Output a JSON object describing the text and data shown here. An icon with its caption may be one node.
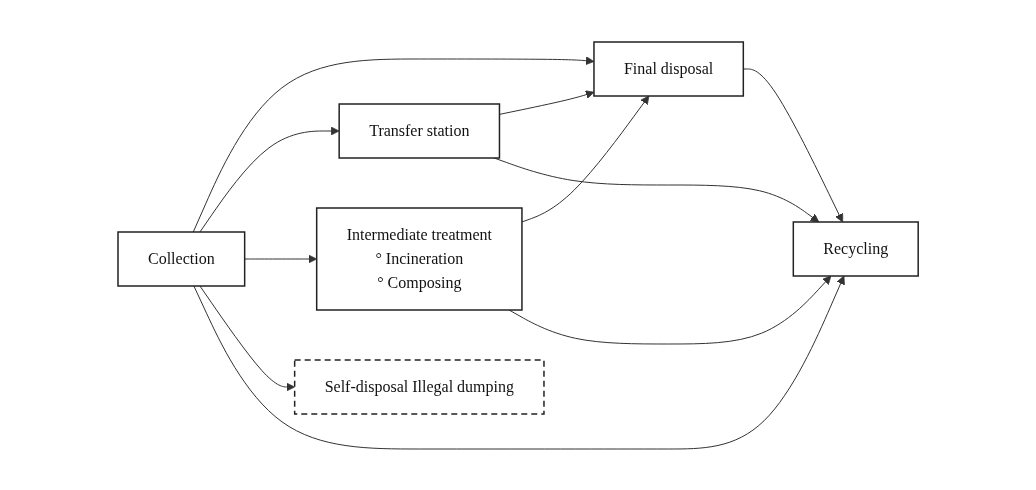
{
  "diagram": {
    "nodes": [
      {
        "text": [
          "Collection"
        ]
      },
      {
        "text": [
          "Transfer station"
        ]
      },
      {
        "text": [
          "Intermediate treatment",
          "° Incineration",
          "° Composing"
        ]
      },
      {
        "text": [
          "Final disposal"
        ]
      },
      {
        "text": [
          "Self-disposal Illegal dumping"
        ]
      },
      {
        "text": [
          "Recycling"
        ]
      }
    ],
    "edges": [
      {
        "from": 0,
        "to": 3,
        "arrow": "to"
      },
      {
        "from": 0,
        "to": 1,
        "arrow": "to"
      },
      {
        "from": 1,
        "to": 3,
        "arrow": "to"
      },
      {
        "from": 0,
        "to": 2,
        "arrow": "to"
      },
      {
        "from": 2,
        "to": 3,
        "arrow": "to"
      },
      {
        "from": 0,
        "to": 4,
        "arrow": "to"
      },
      {
        "from": 2,
        "to": 5,
        "arrow": "to"
      },
      {
        "from": 1,
        "to": 5,
        "arrow": "to"
      },
      {
        "from": 3,
        "to": 5,
        "arrow": "to"
      },
      {
        "from": 0,
        "to": 5,
        "arrow": "to"
      }
    ]
  }
}
